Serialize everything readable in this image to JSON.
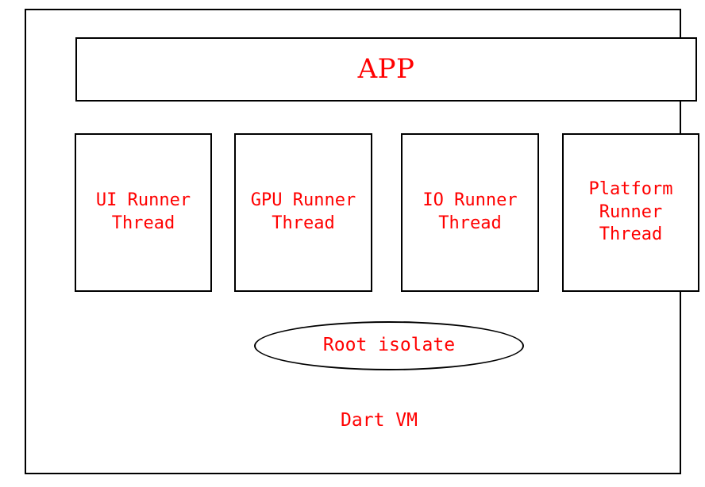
{
  "diagram": {
    "title_text": "Dart VM",
    "colors": {
      "text_red": "#ff0000",
      "stroke_black": "#000000",
      "background_white": "#ffffff"
    },
    "app_box": {
      "label": "APP"
    },
    "thread_boxes": [
      {
        "label": "UI Runner\nThread"
      },
      {
        "label": "GPU Runner\nThread"
      },
      {
        "label": "IO Runner\nThread"
      },
      {
        "label": "Platform\nRunner\nThread"
      }
    ],
    "isolate": {
      "label": "Root isolate"
    },
    "footer": {
      "label": "Dart VM"
    }
  }
}
